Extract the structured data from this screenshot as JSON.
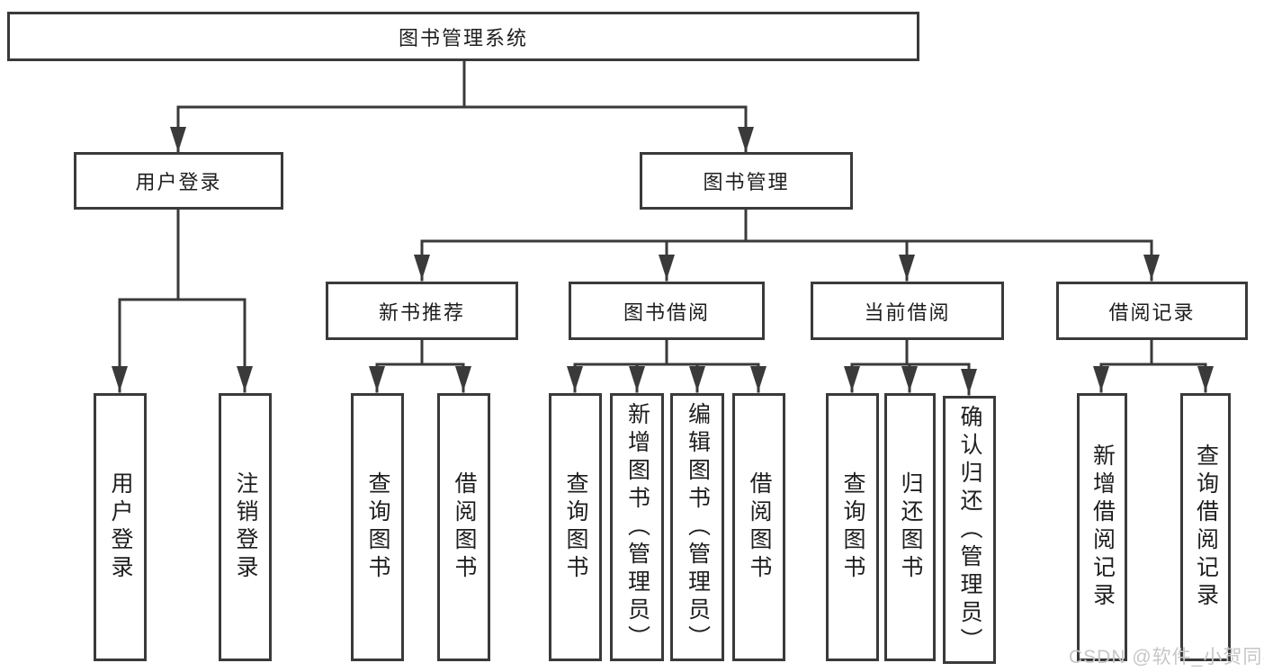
{
  "diagram": {
    "type": "hierarchy-tree",
    "colors": {
      "line": "#3a3a3a",
      "box_border": "#3a3a3a",
      "box_fill": "#ffffff",
      "text": "#1e1e1e",
      "watermark": "#c6c6c6"
    },
    "tree": {
      "root": {
        "label": "图书管理系统"
      },
      "children": [
        {
          "label": "用户登录",
          "children": [
            {
              "label": "用户登录"
            },
            {
              "label": "注销登录"
            }
          ]
        },
        {
          "label": "图书管理",
          "children": [
            {
              "label": "新书推荐",
              "children": [
                {
                  "label": "查询图书"
                },
                {
                  "label": "借阅图书"
                }
              ]
            },
            {
              "label": "图书借阅",
              "children": [
                {
                  "label": "查询图书"
                },
                {
                  "label": "新增图书（管理员）"
                },
                {
                  "label": "编辑图书（管理员）"
                },
                {
                  "label": "借阅图书"
                }
              ]
            },
            {
              "label": "当前借阅",
              "children": [
                {
                  "label": "查询图书"
                },
                {
                  "label": "归还图书"
                },
                {
                  "label": "确认归还（管理员）"
                }
              ]
            },
            {
              "label": "借阅记录",
              "children": [
                {
                  "label": "新增借阅记录"
                },
                {
                  "label": "查询借阅记录"
                }
              ]
            }
          ]
        }
      ]
    },
    "watermark": {
      "text": "CSDN @软件_小贺同学"
    }
  }
}
